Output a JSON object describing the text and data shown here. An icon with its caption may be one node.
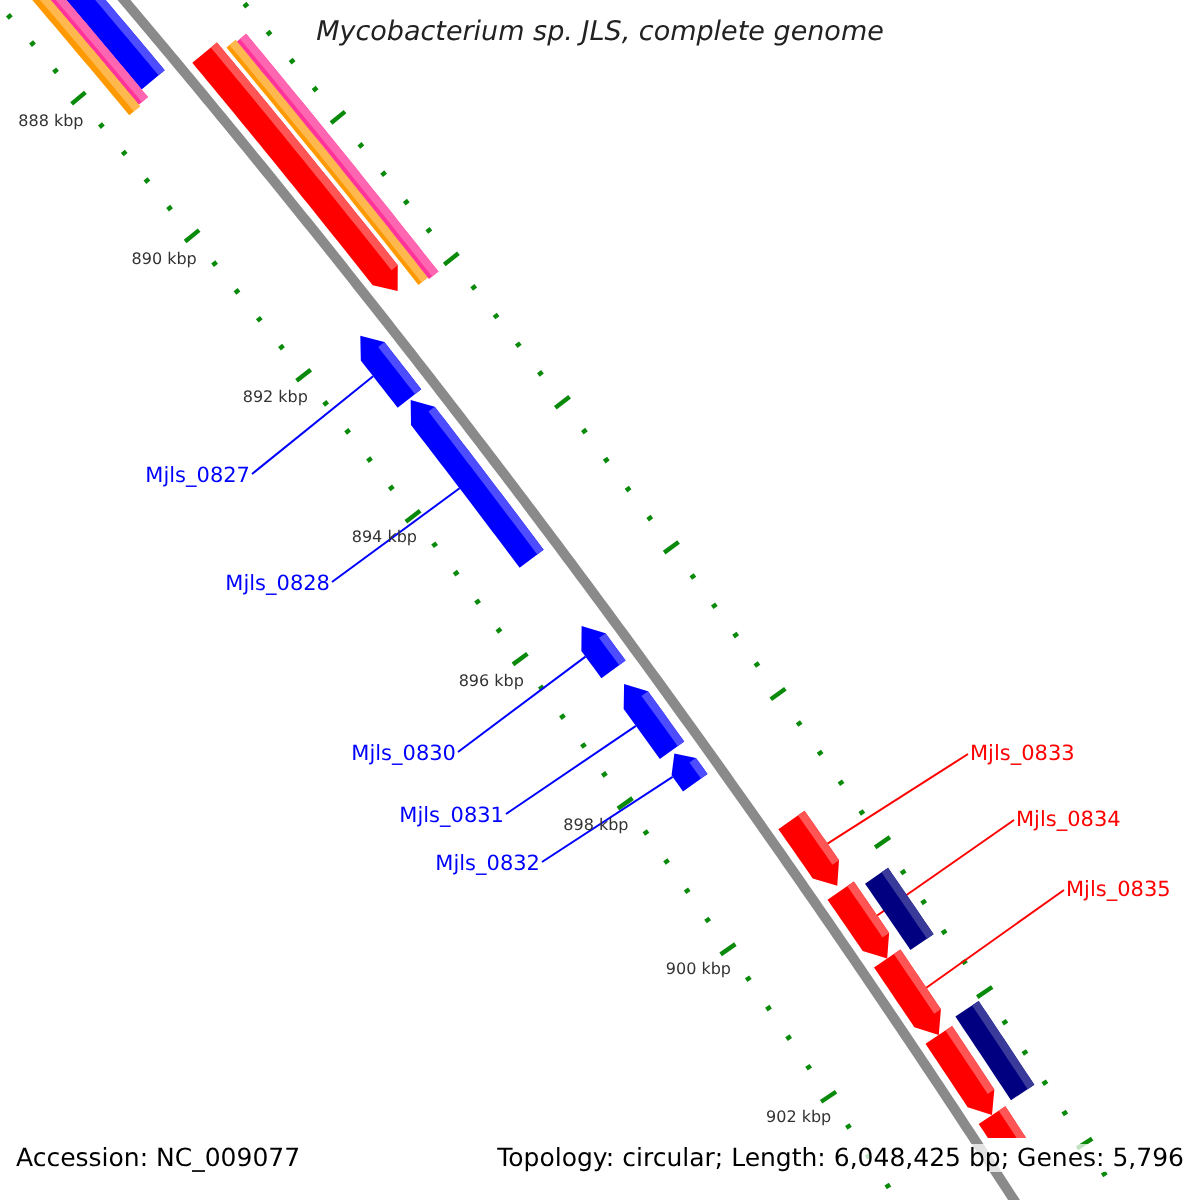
{
  "diagram": {
    "title": "Mycobacterium sp. JLS, complete genome",
    "nodes": [
      {
        "text": [
          "Mjls_0827"
        ]
      },
      {
        "text": [
          "Mjls_0828"
        ]
      },
      {
        "text": [
          "Mjls_0830"
        ]
      },
      {
        "text": [
          "Mjls_0831"
        ]
      },
      {
        "text": [
          "Mjls_0832"
        ]
      },
      {
        "text": [
          "Mjls_0833"
        ]
      },
      {
        "text": [
          "Mjls_0834"
        ]
      },
      {
        "text": [
          "Mjls_0835"
        ]
      },
      {
        "text": [],
        "shape": "bar"
      },
      {
        "text": [],
        "shape": "bar"
      },
      {
        "text": [],
        "shape": "bar"
      },
      {
        "text": [],
        "shape": "pentagon"
      },
      {
        "text": [],
        "shape": "bar"
      },
      {
        "text": [],
        "shape": "bar"
      },
      {
        "text": [],
        "shape": "pentagon"
      },
      {
        "text": [],
        "shape": "pentagon"
      },
      {
        "text": [],
        "shape": "pentagon"
      },
      {
        "text": [],
        "shape": "pentagon"
      },
      {
        "text": [],
        "shape": "pentagon"
      },
      {
        "text": [],
        "shape": "pentagon"
      },
      {
        "text": [],
        "shape": "bar"
      },
      {
        "text": [],
        "shape": "pentagon"
      },
      {
        "text": [],
        "shape": "pentagon"
      },
      {
        "text": [],
        "shape": "bar"
      },
      {
        "text": [],
        "shape": "pentagon"
      },
      {
        "text": [],
        "shape": "pentagon"
      }
    ],
    "edges": [
      {
        "from": 0,
        "to": 14,
        "arrow": "none",
        "color": "#0000ff"
      },
      {
        "from": 1,
        "to": 15,
        "arrow": "none",
        "color": "#0000ff"
      },
      {
        "from": 2,
        "to": 16,
        "arrow": "none",
        "color": "#0000ff"
      },
      {
        "from": 3,
        "to": 17,
        "arrow": "none",
        "color": "#0000ff"
      },
      {
        "from": 4,
        "to": 18,
        "arrow": "none",
        "color": "#0000ff"
      },
      {
        "from": 5,
        "to": 19,
        "arrow": "none",
        "color": "#ff0000"
      },
      {
        "from": 6,
        "to": 21,
        "arrow": "none",
        "color": "#ff0000"
      },
      {
        "from": 7,
        "to": 22,
        "arrow": "none",
        "color": "#ff0000"
      }
    ],
    "labels": [
      "888 kbp",
      "890 kbp",
      "892 kbp",
      "894 kbp",
      "896 kbp",
      "898 kbp",
      "900 kbp",
      "902 kbp",
      "Accession: NC_009077",
      "Topology: circular; Length: 6,048,425 bp; Genes: 5,796"
    ]
  }
}
